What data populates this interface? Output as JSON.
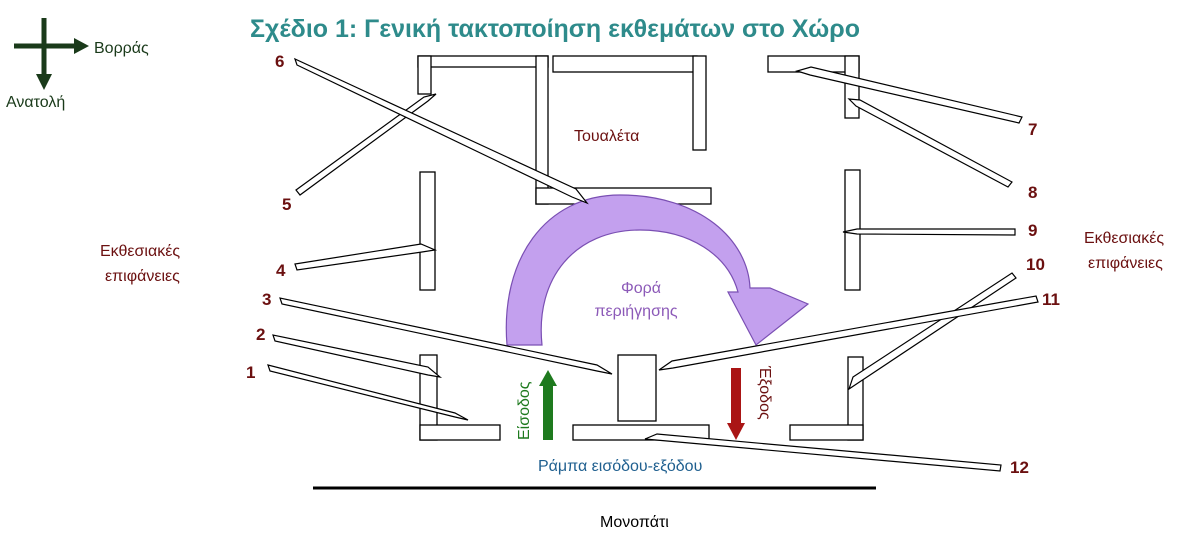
{
  "title": "Σχέδιο 1: Γενική τακτοποίηση εκθεμάτων στο Χώρο",
  "compass": {
    "north": "Βορράς",
    "east": "Ανατολή"
  },
  "labels": {
    "toilet": "Τουαλέτα",
    "display_left_line1": "Εκθεσιακές",
    "display_left_line2": "επιφάνειες",
    "display_right_line1": "Εκθεσιακές",
    "display_right_line2": "επιφάνειες",
    "tour_line1": "Φορά",
    "tour_line2": "περιήγησης",
    "entrance": "Είσοδος",
    "exit": "Έξοδος",
    "ramp": "Ράμπα εισόδου-εξόδου",
    "path": "Μονοπάτι"
  },
  "exhibit_numbers": [
    "1",
    "2",
    "3",
    "4",
    "5",
    "6",
    "7",
    "8",
    "9",
    "10",
    "11",
    "12"
  ],
  "colors": {
    "title": "#2e8b8b",
    "labels": "#6b1010",
    "tour_arrow": "#c3a0ee",
    "entrance": "#1e7a1e",
    "exit": "#aa1515",
    "ramp": "#1f5f8f"
  }
}
